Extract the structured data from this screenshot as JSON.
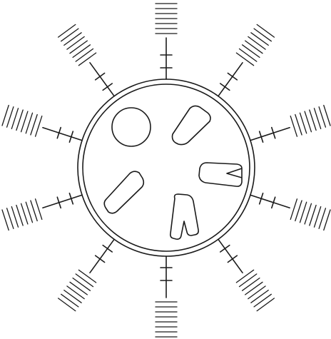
{
  "diagram": {
    "stroke_color": "#1a1a1a",
    "background": "#ffffff",
    "spoke_count": 10,
    "fringe_lines_per_spoke": 8,
    "inner_shapes": [
      "circle",
      "rounded-trapezoid",
      "c-shape",
      "rounded-trapezoid",
      "u-shape"
    ]
  }
}
